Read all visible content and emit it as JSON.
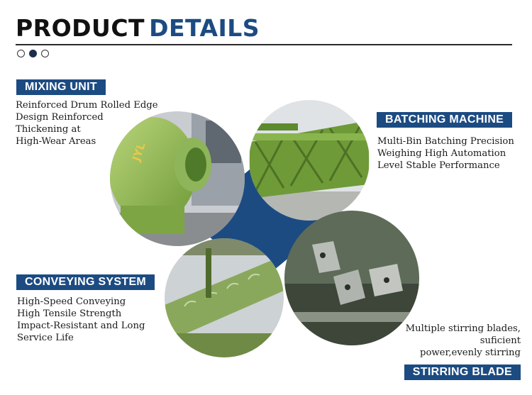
{
  "header": {
    "title_part1": "PRODUCT",
    "title_part2": "DETAILS"
  },
  "pagination": {
    "count": 3,
    "active_index": 1
  },
  "sections": {
    "mixing_unit": {
      "label": "MIXING UNIT",
      "description": "Reinforced Drum Rolled Edge\nDesign Reinforced\nThickening at\nHigh-Wear Areas"
    },
    "batching_machine": {
      "label": "BATCHING MACHINE",
      "description": "Multi-Bin Batching Precision\nWeighing High Automation\nLevel Stable Performance"
    },
    "conveying_system": {
      "label": "CONVEYING SYSTEM",
      "description": "High-Speed Conveying\nHigh Tensile Strength\nImpact-Resistant and Long\nService Life"
    },
    "stirring_blade": {
      "label": "STIRRING BLADE",
      "description": "Multiple stirring blades,\nsuficient\npower,evenly stirring"
    }
  },
  "colors": {
    "accent": "#1c4b82",
    "machine_green": "#7fa84a"
  }
}
